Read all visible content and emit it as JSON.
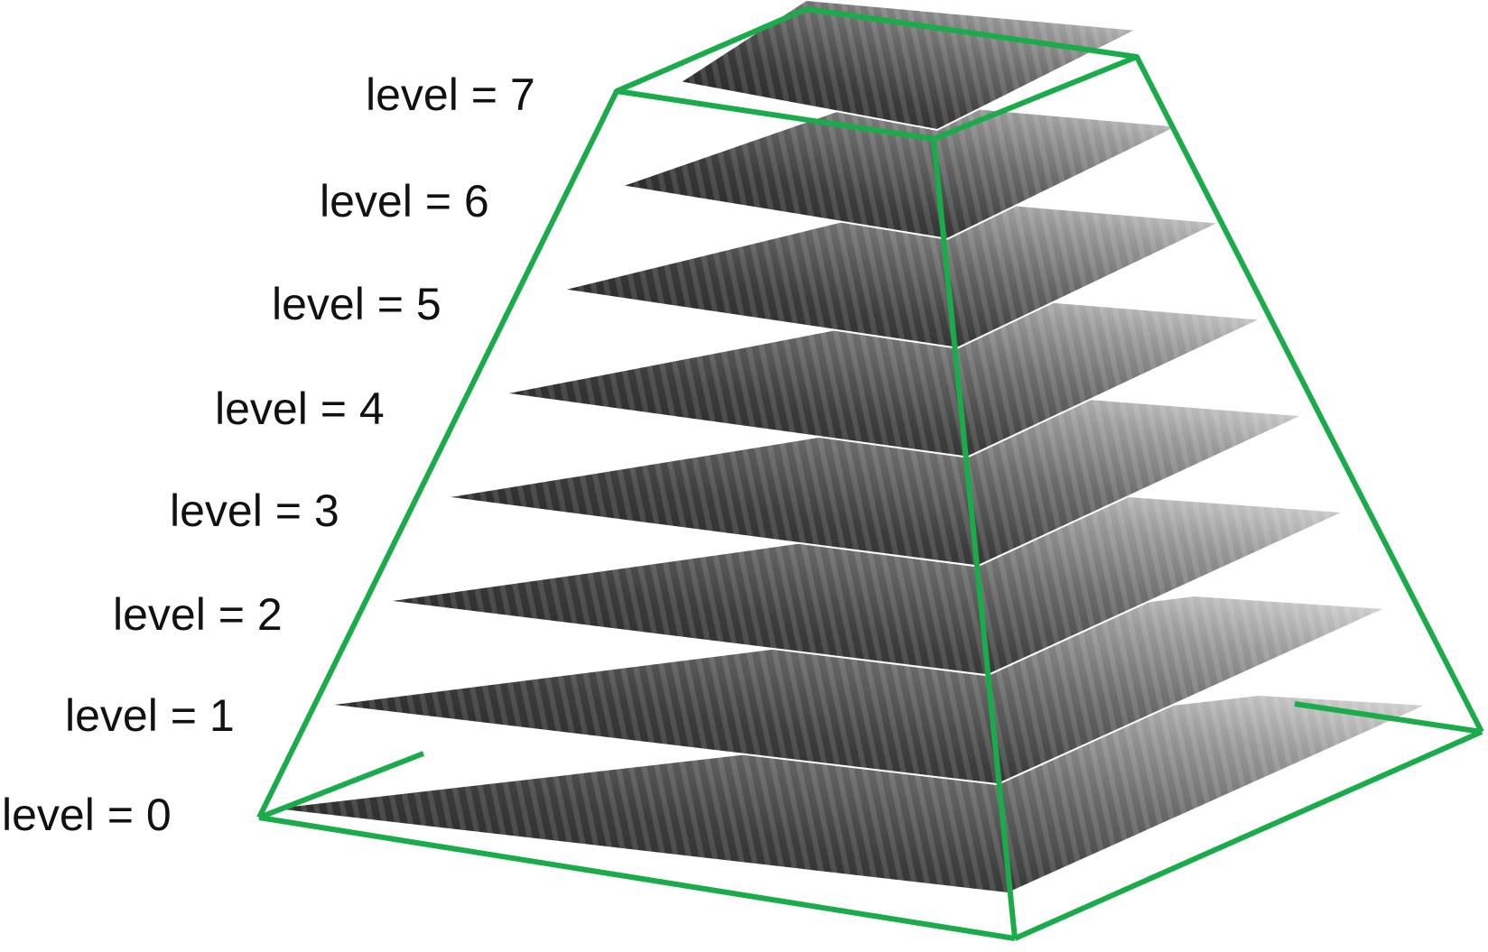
{
  "diagram": {
    "frame_color": "#1aab4b",
    "levels": [
      {
        "label": "level = 7"
      },
      {
        "label": "level = 6"
      },
      {
        "label": "level = 5"
      },
      {
        "label": "level = 4"
      },
      {
        "label": "level = 3"
      },
      {
        "label": "level = 2"
      },
      {
        "label": "level = 1"
      },
      {
        "label": "level = 0"
      }
    ]
  }
}
